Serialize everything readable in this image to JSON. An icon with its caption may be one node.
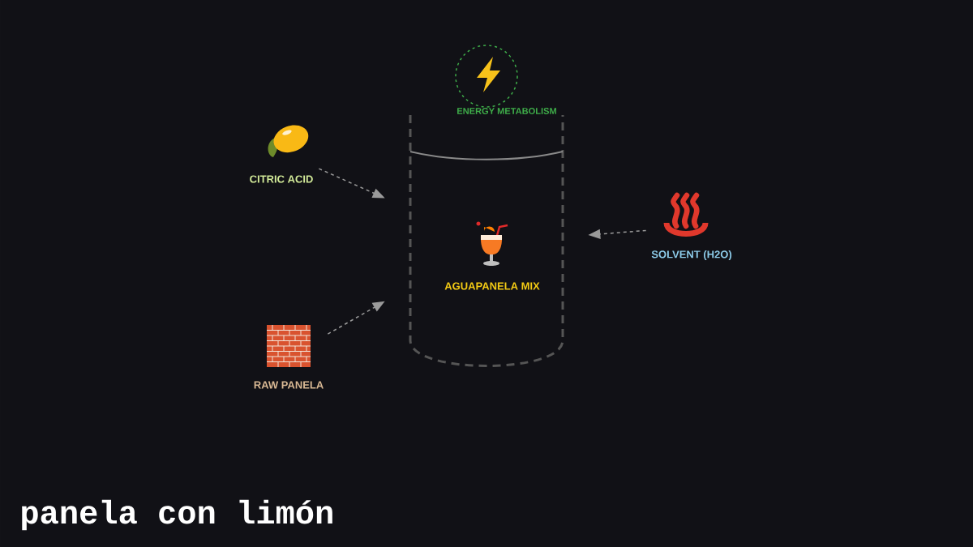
{
  "diagram": {
    "title": "panela con limón",
    "nodes": [
      {
        "text": [
          "CITRIC ACID"
        ]
      },
      {
        "text": [
          "RAW PANELA"
        ]
      },
      {
        "text": [
          "SOLVENT (H2O)"
        ]
      },
      {
        "text": [],
        "shape": "cup"
      },
      {
        "text": [
          "AGUAPANELA MIX"
        ],
        "in": 3
      },
      {
        "text": [
          "ENERGY METABOLISM"
        ]
      }
    ],
    "edges": [
      {
        "from": 0,
        "to": 3,
        "arrow": "to",
        "style": "dashed"
      },
      {
        "from": 1,
        "to": 3,
        "arrow": "to",
        "style": "dashed"
      },
      {
        "from": 2,
        "to": 3,
        "arrow": "to",
        "style": "dashed"
      }
    ]
  }
}
